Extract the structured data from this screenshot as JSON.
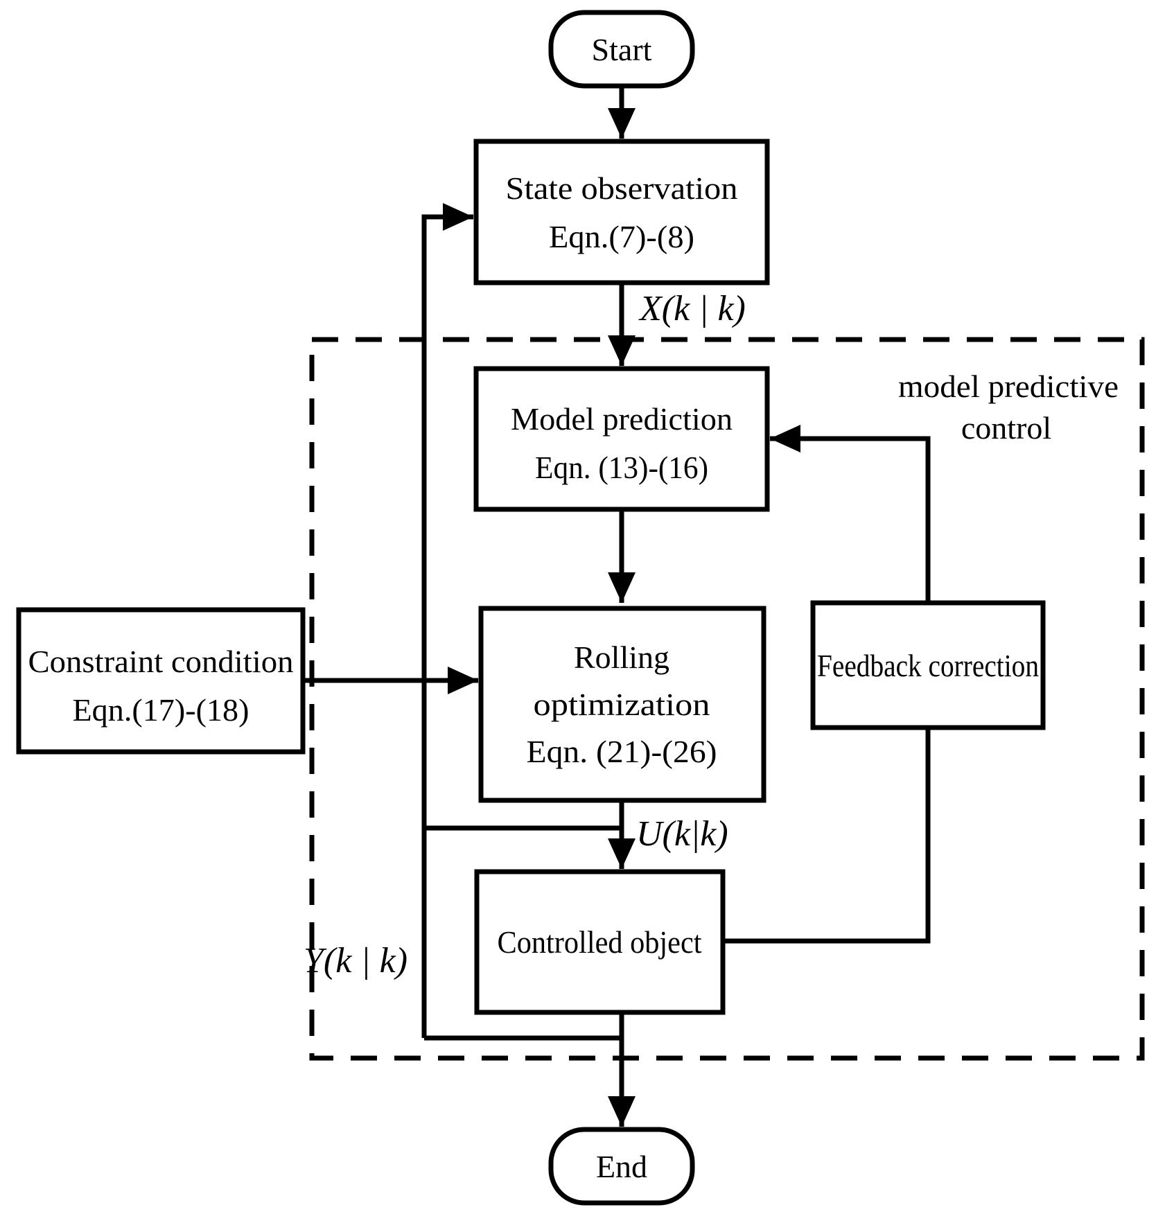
{
  "diagram": {
    "region_label": {
      "line1": "model predictive",
      "line2": "control"
    },
    "nodes": {
      "start": {
        "label": "Start"
      },
      "state_observation": {
        "line1": "State observation",
        "line2": "Eqn.(7)-(8)"
      },
      "model_prediction": {
        "line1": "Model prediction",
        "line2": "Eqn. (13)-(16)"
      },
      "rolling_optimization": {
        "line1": "Rolling",
        "line2": "optimization",
        "line3": "Eqn. (21)-(26)"
      },
      "feedback_correction": {
        "label": "Feedback correction"
      },
      "constraint_condition": {
        "line1": "Constraint condition",
        "line2": "Eqn.(17)-(18)"
      },
      "controlled_object": {
        "label": "Controlled object"
      },
      "end": {
        "label": "End"
      }
    },
    "signals": {
      "state": "X(k | k)",
      "control_input": "U(k|k)",
      "output": "Y(k | k)"
    },
    "colors": {
      "stroke": "#000000",
      "background": "#ffffff",
      "node_fill": "#ffffff"
    }
  }
}
